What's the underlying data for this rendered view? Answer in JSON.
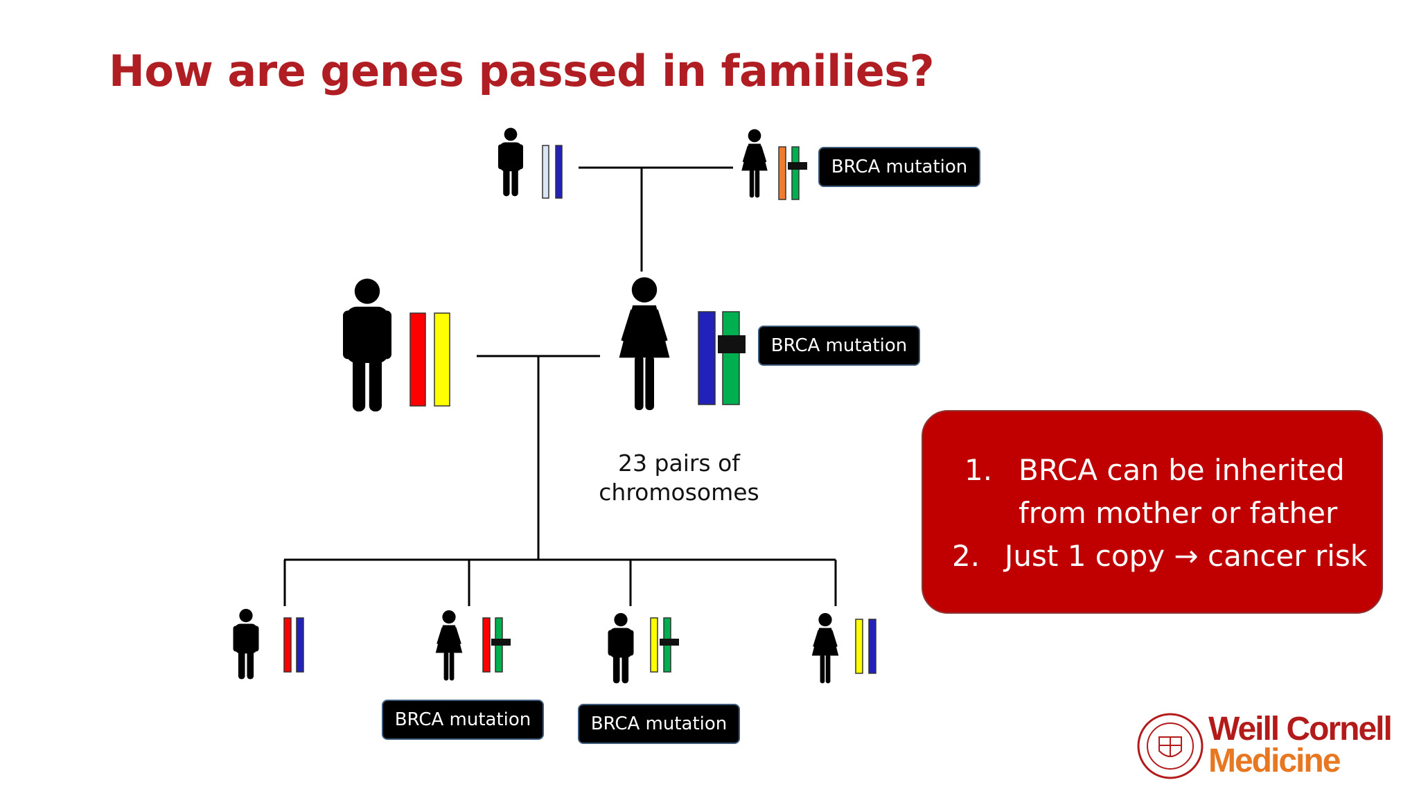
{
  "title": "How are genes passed in families?",
  "caption": [
    "23 pairs of",
    "chromosomes"
  ],
  "mutation_label": "BRCA mutation",
  "info": {
    "item1_num": "1.",
    "item1_line1": "BRCA can be inherited",
    "item1_line2": "from mother or father",
    "item2_num": "2.",
    "item2_text": "Just 1 copy → cancer risk"
  },
  "logo": {
    "line1": "Weill Cornell",
    "line2": "Medicine"
  },
  "colors": {
    "title": "#b01e23",
    "box": "#c00000",
    "red_chrom": "#ff0000",
    "yellow_chrom": "#ffff00",
    "blue_chrom": "#2222bb",
    "green_chrom": "#00b050",
    "orange_chrom": "#ed7d31",
    "light_chrom": "#dce6f2"
  }
}
